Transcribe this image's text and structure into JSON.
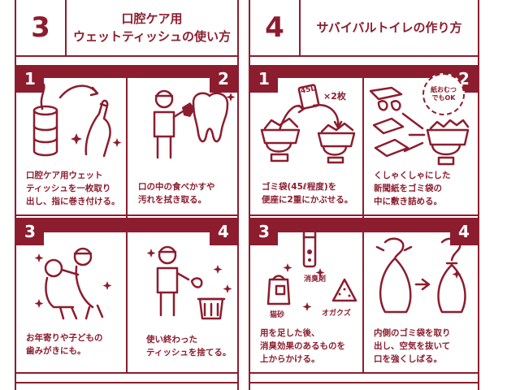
{
  "sections": [
    {
      "number": "3",
      "title_line1": "口腔ケア用",
      "title_line2": "ウェットティッシュの使い方",
      "steps": [
        {
          "num": "1",
          "caption": "口腔ケア用ウェット\nティッシュを一枚取り\n出し、指に巻き付ける。"
        },
        {
          "num": "2",
          "caption": "口の中の食べかすや\n汚れを拭き取る。"
        },
        {
          "num": "3",
          "caption": "お年寄りや子どもの\n歯みがきにも。"
        },
        {
          "num": "4",
          "caption": "使い終わった\nティッシュを捨てる。"
        }
      ]
    },
    {
      "number": "4",
      "title_line1": "サバイバルトイレの作り方",
      "steps": [
        {
          "num": "1",
          "caption": "ゴミ袋(45ℓ程度)を\n便座に2重にかぶせる。",
          "labels": {
            "bag_size": "45L",
            "count": "×2枚"
          }
        },
        {
          "num": "2",
          "caption": "くしゃくしゃにした\n新聞紙をゴミ袋の\n中に敷き詰める。",
          "bubble": {
            "line1": "紙おむつ",
            "line2": "でもOK"
          }
        },
        {
          "num": "3",
          "caption": "用を足した後、\n消臭効果のあるものを\n上からかける。",
          "labels": {
            "deodorant": "消臭剤",
            "cat_litter": "猫砂",
            "sawdust": "オガクズ"
          }
        },
        {
          "num": "4",
          "caption": "内側のゴミ袋を取り\n出し、空気を抜いて\n口を強くしばる。"
        }
      ]
    }
  ],
  "colors": {
    "accent": "#8c1d2e",
    "background": "#ffffff"
  }
}
